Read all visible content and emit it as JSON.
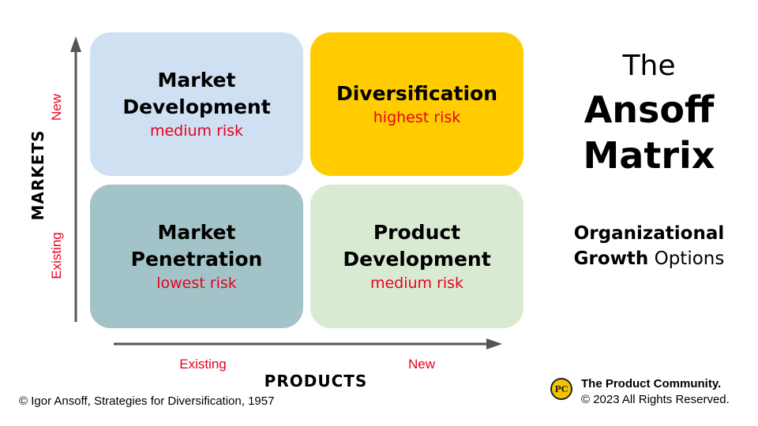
{
  "quadrants": {
    "market_development": {
      "title": "Market\nDevelopment",
      "risk": "medium risk",
      "color": "#cfe0f2"
    },
    "diversification": {
      "title": "Diversification",
      "risk": "highest risk",
      "color": "#ffcc00"
    },
    "market_penetration": {
      "title": "Market\nPenetration",
      "risk": "lowest risk",
      "color": "#a2c3c8"
    },
    "product_development": {
      "title": "Product\nDevelopment",
      "risk": "medium risk",
      "color": "#d9ead3"
    }
  },
  "axes": {
    "y_label": "MARKETS",
    "y_new": "New",
    "y_existing": "Existing",
    "x_label": "PRODUCTS",
    "x_existing": "Existing",
    "x_new": "New"
  },
  "heading": {
    "the": "The",
    "ansoff": "Ansoff",
    "matrix": "Matrix",
    "subtitle_bold_1": "Organizational",
    "subtitle_bold_2": "Growth",
    "subtitle_normal": "Options"
  },
  "footer": {
    "citation": "© Igor Ansoff, Strategies for Diversification, 1957",
    "brand_logo_text": "PC",
    "brand_name": "The Product Community.",
    "copyright": "© 2023 All Rights Reserved."
  },
  "colors": {
    "risk_text": "#e8001c",
    "axis": "#555555",
    "logo_fill": "#f5c400"
  }
}
